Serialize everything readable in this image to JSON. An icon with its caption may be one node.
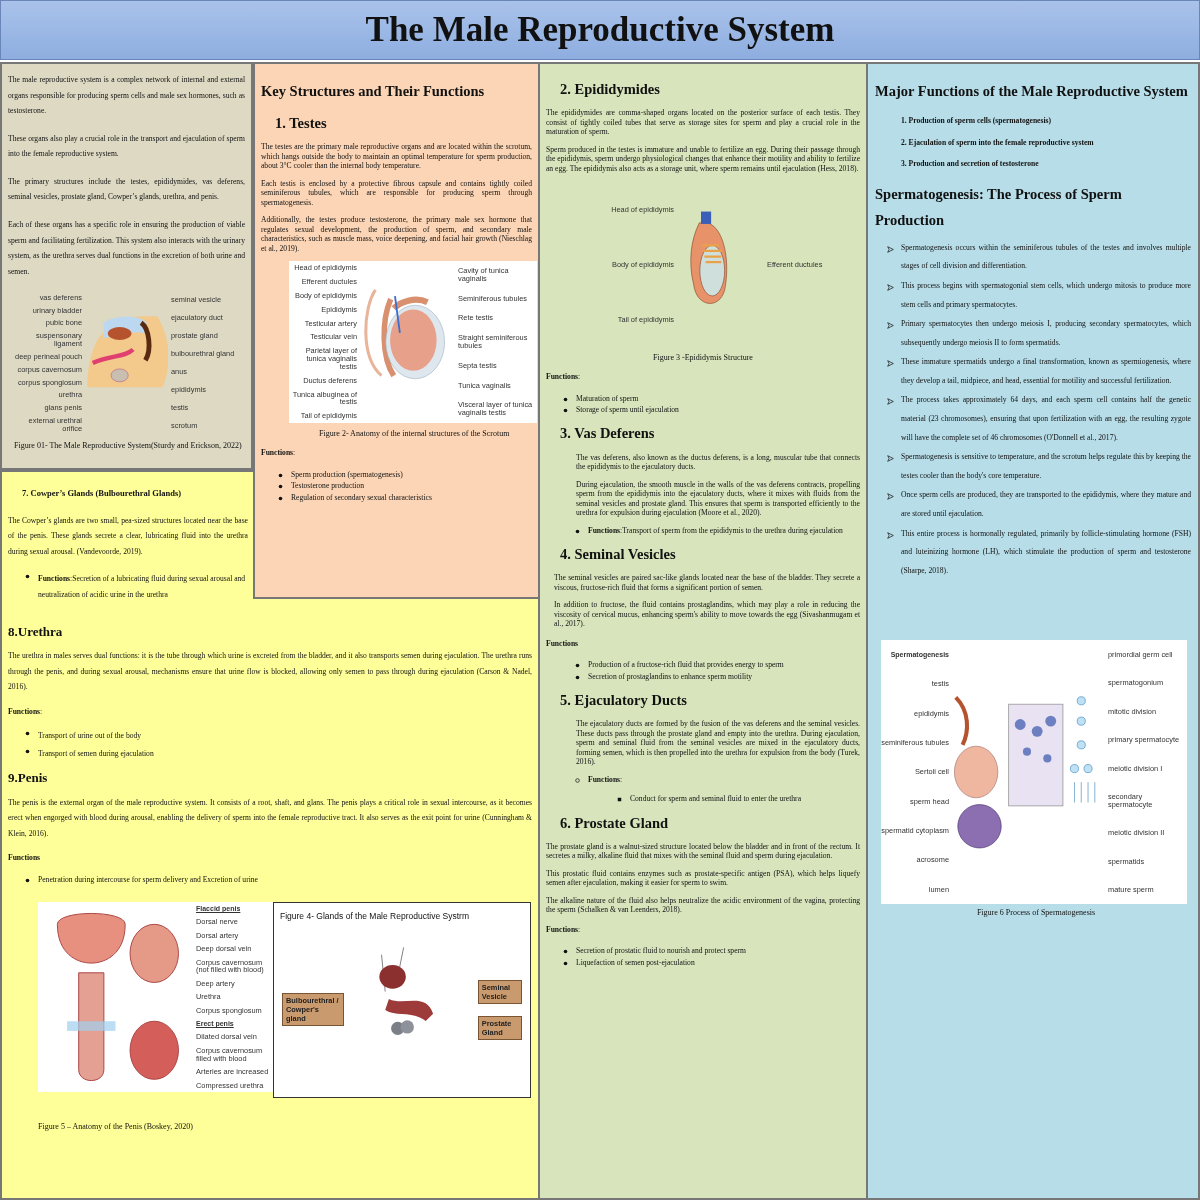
{
  "diagram": {
    "title": "The Male Reproductive System",
    "nodes": [
      {
        "text": [
          "The male reproductive system is a complex network of internal and external organs responsible for producing sperm cells and male sex hormones, such as testosterone.",
          "These organs also play a crucial role in the transport and ejaculation of sperm into the female reproductive system.",
          "The primary structures include the testes, epididymides, vas deferens, seminal vesicles, prostate gland, Cowper’s glands, urethra, and penis.",
          "Each of these organs has a specific role in ensuring the production of viable sperm and facilitating fertilization. This system also interacts with the urinary system, as the urethra serves dual functions in the excretion of both urine and semen."
        ]
      },
      {
        "text": [],
        "shape": "picture",
        "in": 0
      },
      {
        "text": [
          "Key Structures and Their Functions",
          "1. Testes",
          "The testes are the primary male reproductive organs and are located within the scrotum, which hangs outside the body to maintain an optimal temperature for sperm production, about 3°C cooler than the internal body temperature.",
          "Each testis is enclosed by a protective fibrous capsule and contains tightly coiled seminiferous tubules, which are responsible for producing sperm through spermatogenesis.",
          "Additionally, the testes produce testosterone, the primary male sex hormone that regulates sexual development, the production of sperm, and secondary male characteristics, such as muscle mass, voice deepening, and facial hair growth (Nieschlag et al., 2019).",
          "**Functions**:",
          "Sperm production (spermatogenesis)",
          "Testosterone production",
          "Regulation of secondary sexual characteristics"
        ]
      },
      {
        "text": [],
        "shape": "picture",
        "in": 2,
        "beside": [
          "Figure 2- Anatomy of the internal structures of the Scrotum"
        ]
      },
      {
        "text": [
          "2. Epididymides",
          "The epididymides are comma-shaped organs located on the posterior surface of each testis. They consist of tightly coiled tubes that serve as storage sites for sperm and play a crucial role in the maturation of sperm.",
          "Sperm produced in the testes is immature and unable to fertilize an egg. During their passage through the epididymis, sperm undergo physiological changes that enhance their motility and ability to fertilize an egg. The epididymis also acts as a storage unit, where sperm remains until ejaculation (Hess, 2018).",
          "**Functions**:",
          "Maturation of sperm",
          "Storage of sperm until ejaculation",
          "3. Vas Deferens",
          "The vas deferens, also known as the ductus deferens, is a long, muscular tube that connects the epididymis to the ejaculatory ducts.",
          "During ejaculation, the smooth muscle in the walls of the vas deferens contracts, propelling sperm from the epididymis into the ejaculatory ducts, where it mixes with fluids from the seminal vesicles and prostate gland. This ensures that sperm is transported efficiently to the urethra for expulsion during ejaculation (Moore et al., 2020).",
          "**Functions**:Transport of sperm from the epididymis to the urethra during ejaculation",
          "4. Seminal Vesicles",
          "The seminal vesicles are paired sac-like glands located near the base of the bladder. They secrete a viscous, fructose-rich fluid that forms a significant portion of semen.",
          "In addition to fructose, the fluid contains prostaglandins, which may play a role in reducing the viscosity of cervical mucus, enhancing sperm's ability to move towards the egg (Sivashanmugam et al., 2017).",
          "Functions",
          "Production of a fructose-rich fluid that provides energy to sperm",
          "Secretion of prostaglandins to enhance sperm motility",
          "5. Ejaculatory Ducts",
          "The ejaculatory ducts are formed by the fusion of the vas deferens and the seminal vesicles. These ducts pass through the prostate gland and empty into the urethra. During ejaculation, sperm and seminal fluid from the seminal vesicles are mixed in the ejaculatory ducts, forming semen, which is then propelled into the urethra for expulsion from the body (Turek, 2016).",
          "**Functions**:",
          "Conduct for sperm and seminal fluid to enter the urethra",
          "6. Prostate Gland",
          "The prostate gland is a walnut-sized structure located below the bladder and in front of the rectum. It secretes a milky, alkaline fluid that mixes with the seminal fluid and sperm during ejaculation.",
          "This prostatic fluid contains enzymes such as prostate-specific antigen (PSA), which helps liquefy semen after ejaculation, making it easier for sperm to swim.",
          "The alkaline nature of the fluid also helps neutralize the acidic environment of the vagina, protecting the sperm (Schalken & van Leenders, 2018).",
          "**Functions**:",
          "Secretion of prostatic fluid to nourish and protect sperm",
          "Liquefaction of semen post-ejaculation"
        ]
      },
      {
        "text": [],
        "shape": "picture",
        "in": 4
      },
      {
        "text": [
          "Major Functions of the Male Reproductive System",
          "1. Production of sperm cells (spermatogenesis)",
          "2. Ejaculation of sperm into the female reproductive system",
          "3. Production and secretion of testosterone",
          "Spermatogenesis: The Process of Sperm Production",
          "Spermatogenesis occurs within the seminiferous tubules of the testes and involves multiple stages of cell division and differentiation.",
          "This process begins with spermatogonial stem cells, which undergo mitosis to produce more stem cells and primary spermatocytes.",
          "Primary spermatocytes then undergo meiosis I, producing secondary spermatocytes, which subsequently undergo meiosis II to form spermatids.",
          "These immature spermatids undergo a final transformation, known as spermiogenesis, where they develop a tail, midpiece, and head, essential for motility and successful fertilization.",
          "The process takes approximately 64 days, and each sperm cell contains half the genetic material (23 chromosomes), ensuring that upon fertilization with an egg, the resulting zygote will have the complete set of 46 chromosomes (O'Donnell et al., 2017).",
          "Spermatogenesis is sensitive to temperature, and the scrotum helps regulate this by keeping the testes cooler than the body's core temperature.",
          "Once sperm cells are produced, they are transported to the epididymis, where they mature and are stored until ejaculation.",
          "This entire process is hormonally regulated, primarily by follicle-stimulating hormone (FSH) and luteinizing hormone (LH), which stimulate the production of sperm and testosterone (Sharpe, 2018)."
        ]
      },
      {
        "text": [],
        "shape": "picture",
        "in": 6,
        "beside": [
          "Figure 6 Process of Spermatogenesis"
        ]
      },
      {
        "text": [
          "7. Cowper’s Glands (Bulbourethral Glands)",
          "The Cowper’s glands are two small, pea-sized structures located near the base of the penis. These glands secrete a clear, lubricating fluid into the urethra during sexual arousal.  (Vandevoorde, 2019).",
          "**Functions**:Secretion of a lubricating fluid during sexual arousal and neutralization of acidic urine in the urethra",
          "8.Urethra",
          "The urethra in males serves dual functions: it is the tube through which urine is excreted from the bladder, and it also transports semen during ejaculation. The urethra runs through the penis, and during sexual arousal, mechanisms ensure that urine flow is blocked, allowing only semen to pass through during ejaculation (Carson & Nadel, 2016).",
          "**Functions**:",
          "Transport of urine out of the body",
          "Transport of semen during ejaculation",
          "9.Penis",
          "The penis is the external organ of the male reproductive system. It consists of a root, shaft, and glans. The penis plays a critical role in sexual intercourse, as it becomes erect when engorged with blood during arousal, enabling the delivery of sperm into the female reproductive tract. It also serves as the exit point for urine (Cunningham & Klein, 2016).",
          "Functions",
          "Penetration during intercourse for sperm delivery and Excretion of urine"
        ]
      },
      {
        "text": [],
        "shape": "picture",
        "in": 8,
        "beside": [
          "Figure 5 – Anatomy of the Penis (Boskey, 2020)"
        ]
      },
      {
        "text": [
          "Figure 4- Glands of the Male Reproductive Systrm"
        ],
        "in": 8
      }
    ],
    "labels": [
      "vas deferens",
      "urinary bladder",
      "pubic bone",
      "suspensonary ligament",
      "deep perineal pouch",
      "corpus cavernosum",
      "corpus spongiosum",
      "urethra",
      "glans penis",
      "external urethral orifice",
      "seminal vesicle",
      "ejaculatory duct",
      "prostate gland",
      "bulbourethral gland",
      "anus",
      "epididymis",
      "testis",
      "scrotum",
      "Head of epididymis",
      "Efferent ductules",
      "Body of epididymis",
      "Epididymis",
      "Testicular artery",
      "Testicular vein",
      "Parietal layer of tunica vaginalis testis",
      "Ductus deferens",
      "Tunica albuginea of testis",
      "Tail of epididymis",
      "Cavity of tunica vaginalis",
      "Seminiferous tubules",
      "Rete testis",
      "Straight seminiferous tubules",
      "Septa testis",
      "Tunica vaginalis",
      "Visceral layer of tunica vaginalis testis",
      "Head of epididymis",
      "Body of epididymis",
      "Tail of epididymis",
      "Efferent ductules",
      "Spermatogenesis",
      "testis",
      "epididymis",
      "seminiferous tubules",
      "Sertoli cell",
      "sperm head",
      "spermatid cytoplasm",
      "acrosome",
      "lumen",
      "primordial germ cell",
      "spermatogonium",
      "mitotic division",
      "primary spermatocyte",
      "meiotic division I",
      "secondary spermatocyte",
      "meiotic division II",
      "spermatids",
      "mature sperm",
      "Flaccid penis",
      "Dorsal nerve",
      "Dorsal artery",
      "Deep dorsal vein",
      "Corpus cavernosum (not filled with blood)",
      "Deep artery",
      "Urethra",
      "Corpus spongiosum",
      "Erect penis",
      "Dilated dorsal vein",
      "Corpus cavernosum filled with blood",
      "Arteries are increased",
      "Compressed urethra",
      "Bulbourethral / Cowper's gland",
      "Seminal Vesicle",
      "Prostate Gland",
      "Figure 01- The Male Reproductive System(Sturdy and Erickson, 2022)",
      "Figure 3 -Epididymis Structure"
    ]
  }
}
